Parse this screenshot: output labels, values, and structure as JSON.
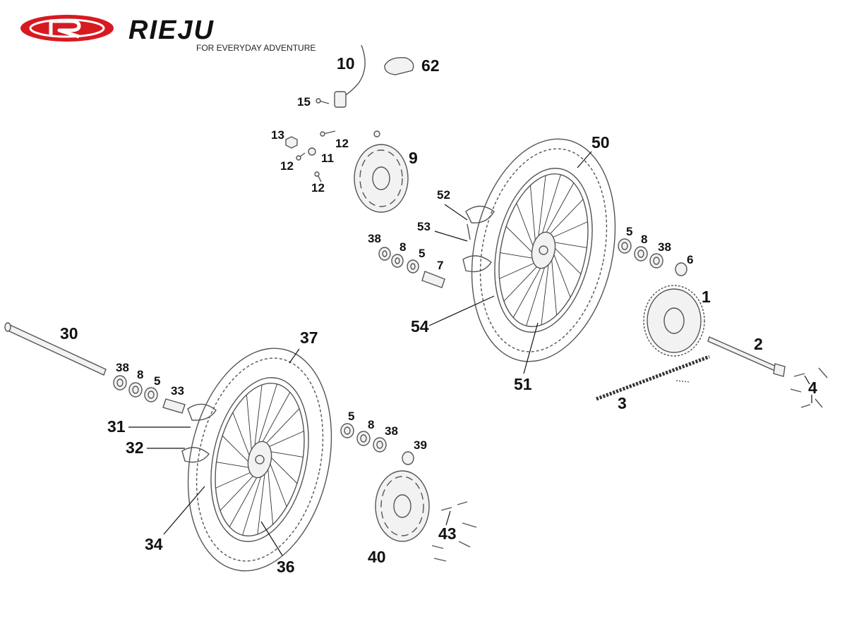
{
  "logo": {
    "brand": "RIEJU",
    "tagline": "FOR EVERYDAY ADVENTURE",
    "color": "#d71920"
  },
  "callouts": [
    {
      "id": "c10",
      "label": "10"
    },
    {
      "id": "c62",
      "label": "62"
    },
    {
      "id": "c15",
      "label": "15"
    },
    {
      "id": "c13",
      "label": "13"
    },
    {
      "id": "c12a",
      "label": "12"
    },
    {
      "id": "c12b",
      "label": "12"
    },
    {
      "id": "c11",
      "label": "11"
    },
    {
      "id": "c12c",
      "label": "12"
    },
    {
      "id": "c9",
      "label": "9"
    },
    {
      "id": "c50",
      "label": "50"
    },
    {
      "id": "c52",
      "label": "52"
    },
    {
      "id": "c53",
      "label": "53"
    },
    {
      "id": "c38a",
      "label": "38"
    },
    {
      "id": "c8a",
      "label": "8"
    },
    {
      "id": "c5a",
      "label": "5"
    },
    {
      "id": "c7",
      "label": "7"
    },
    {
      "id": "c5b",
      "label": "5"
    },
    {
      "id": "c8b",
      "label": "8"
    },
    {
      "id": "c38b",
      "label": "38"
    },
    {
      "id": "c6",
      "label": "6"
    },
    {
      "id": "c1",
      "label": "1"
    },
    {
      "id": "c54",
      "label": "54"
    },
    {
      "id": "c2",
      "label": "2"
    },
    {
      "id": "c51",
      "label": "51"
    },
    {
      "id": "c4",
      "label": "4"
    },
    {
      "id": "c3",
      "label": "3"
    },
    {
      "id": "c30",
      "label": "30"
    },
    {
      "id": "c37",
      "label": "37"
    },
    {
      "id": "c38c",
      "label": "38"
    },
    {
      "id": "c8c",
      "label": "8"
    },
    {
      "id": "c5c",
      "label": "5"
    },
    {
      "id": "c33",
      "label": "33"
    },
    {
      "id": "c31",
      "label": "31"
    },
    {
      "id": "c32",
      "label": "32"
    },
    {
      "id": "c5d",
      "label": "5"
    },
    {
      "id": "c8d",
      "label": "8"
    },
    {
      "id": "c38d",
      "label": "38"
    },
    {
      "id": "c39",
      "label": "39"
    },
    {
      "id": "c34",
      "label": "34"
    },
    {
      "id": "c43",
      "label": "43"
    },
    {
      "id": "c40",
      "label": "40"
    },
    {
      "id": "c36",
      "label": "36"
    }
  ]
}
